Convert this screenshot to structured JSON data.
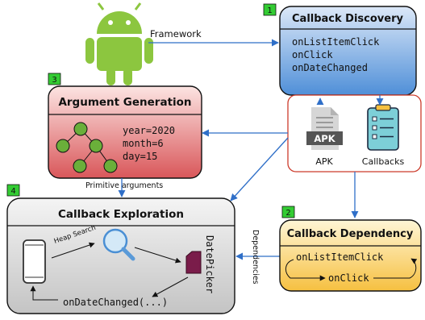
{
  "framework": {
    "label": "Framework"
  },
  "discovery": {
    "step": "1",
    "title": "Callback Discovery",
    "callbacks": [
      "onListItemClick",
      "onClick",
      "onDateChanged"
    ]
  },
  "argument": {
    "step": "3",
    "title": "Argument Generation",
    "values": [
      "year=2020",
      "month=6",
      "day=15"
    ]
  },
  "artifacts": {
    "apk_icon_text": "APK",
    "apk_label": "APK",
    "callbacks_label": "Callbacks"
  },
  "exploration": {
    "step": "4",
    "title": "Callback Exploration",
    "heap_search": "Heap Search",
    "date_picker": "DatePicker",
    "invocation": "onDateChanged(...)"
  },
  "primitive_arguments": "Primitive arguments",
  "dependency": {
    "step": "2",
    "title": "Callback Dependency",
    "items": [
      "onListItemClick",
      "onClick"
    ],
    "side_label": "Dependencies"
  },
  "colors": {
    "discovery_top": "#dce8f8",
    "discovery_bottom": "#4f8fd8",
    "argument_top": "#fce4e2",
    "argument_bottom": "#d9575a",
    "exploration_top": "#f4f4f4",
    "exploration_bottom": "#c4c4c4",
    "dependency_top": "#fff6d6",
    "dependency_bottom": "#f6c040",
    "badge": "#33cc33",
    "arrow": "#2f6fc8",
    "frame": "#cc3b2b",
    "tree_node": "#6aaf3a",
    "android": "#8cc63f",
    "folder": "#7a1c4a"
  }
}
